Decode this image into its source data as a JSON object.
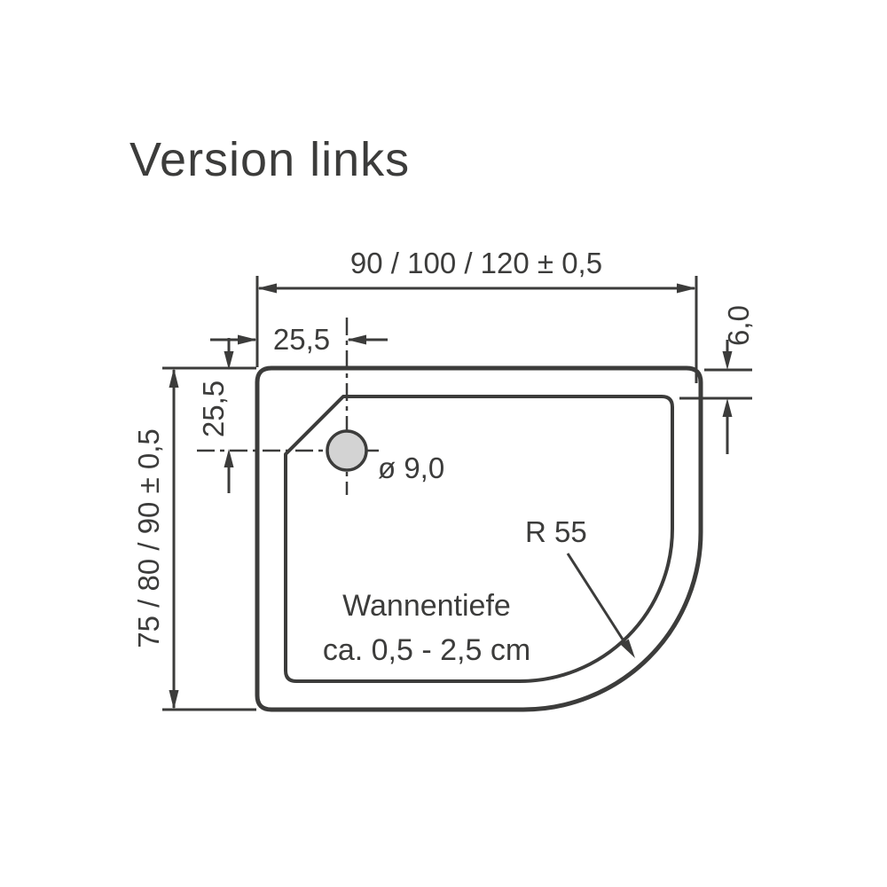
{
  "title": "Version links",
  "dimensions": {
    "width_top": "90 / 100 / 120  ± 0,5",
    "drain_offset_x": "25,5",
    "drain_offset_y": "25,5",
    "rim_width": "6,0",
    "depth_left": "75 / 80 / 90  ± 0,5",
    "drain_diameter": "ø 9,0",
    "corner_radius": "R 55"
  },
  "tray": {
    "depth_label_line1": "Wannentiefe",
    "depth_label_line2": "ca. 0,5 - 2,5 cm"
  },
  "colors": {
    "line": "#3c3c3b",
    "drain_fill": "#d3d3d3",
    "background": "#ffffff"
  }
}
